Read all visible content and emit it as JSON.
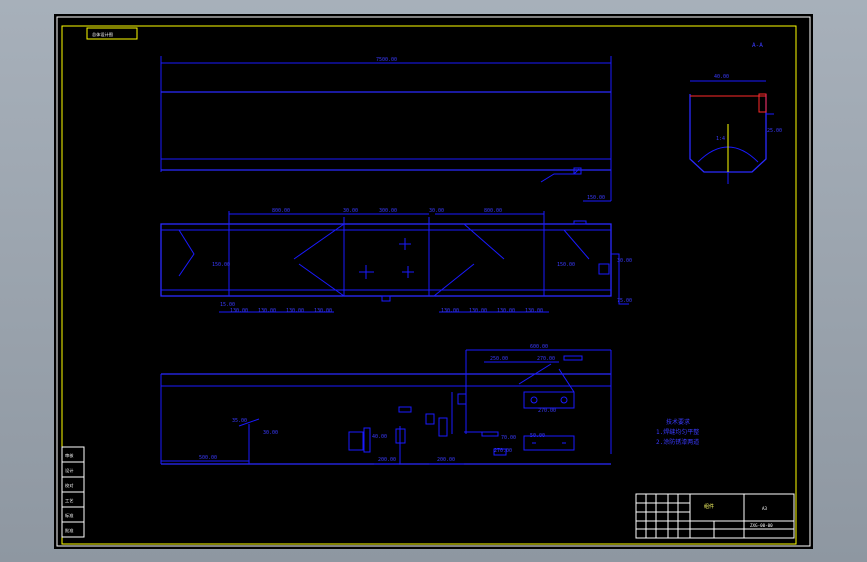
{
  "header_note": "总体设计图",
  "top_view": {
    "length_dim": "7500.00",
    "right_dim": "150.00"
  },
  "section_view": {
    "scale_label": "A-A",
    "width_dim": "40.00",
    "depth_dim": "25.00",
    "angle_label": "1:4"
  },
  "mid_view": {
    "top_dims": [
      "800.00",
      "30.00",
      "300.00",
      "30.00",
      "800.00"
    ],
    "left_height": "150.00",
    "right_height": "150.00",
    "bottom_dims_left": [
      "15.00",
      "130.00",
      "130.00",
      "130.00",
      "130.00"
    ],
    "bottom_dims_right": [
      "130.00",
      "130.00",
      "130.00",
      "130.00"
    ],
    "side_dims": [
      "30.00",
      "75.00"
    ]
  },
  "bottom_view": {
    "top_dims": [
      "600.00",
      "250.00",
      "270.00"
    ],
    "mid_dims": [
      "270.00",
      "70.00",
      "50.00"
    ],
    "lower_dims": [
      "270.00",
      "200.00",
      "200.00"
    ],
    "left_dim": "500.00",
    "small_dims": [
      "35.00",
      "30.00",
      "40.00"
    ]
  },
  "tech_notes": {
    "title": "技术要求",
    "line1": "1.焊缝均匀平整",
    "line2": "2.涂防锈漆两道"
  },
  "title_block": {
    "drawing_name": "组件",
    "material": "A3",
    "drawing_no": "ZXG-00-00"
  },
  "left_strip": [
    "审核",
    "设计",
    "校对",
    "工艺",
    "标准",
    "批准"
  ]
}
